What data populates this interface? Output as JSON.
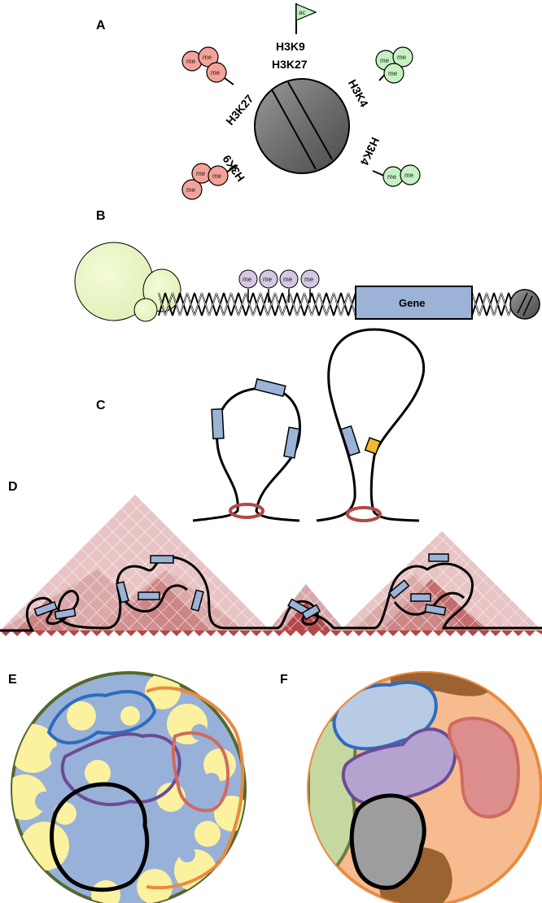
{
  "panels": {
    "a": "A",
    "b": "B",
    "c": "C",
    "d": "D",
    "e": "E",
    "f": "F"
  },
  "panel_a": {
    "ac_flag": "ac",
    "top_labels": [
      "H3K9",
      "H3K27"
    ],
    "mark_h3k27": "H3K27",
    "mark_h3k4_upper": "H3K4",
    "mark_h3k9_lower": "H3K9",
    "mark_h3k4_lower": "H3K4",
    "me": "me"
  },
  "panel_b": {
    "gene": "Gene",
    "me": "me"
  },
  "colors": {
    "repressive_me": "#f4a29a",
    "active_me": "#c6f2c3",
    "dna_me": "#d5c8e3",
    "box_blue": "#9bb3d6",
    "anchor_red": "#b34848",
    "tad_pink": "#d8a3a3",
    "tad_dark": "#a84545",
    "nucleosome_gray": "#6d6d6d",
    "ctcf_yellow": "#f2b82e",
    "cluster_yellow": "#fbf19e",
    "cluster_blue": "#98b1d8",
    "terr_green": "#c5d8a0",
    "terr_purple": "#b4a3cf",
    "terr_red": "#dc8f8c",
    "terr_peach": "#f7bb90",
    "terr_brown": "#9b6331",
    "terr_gray": "#9d9d9d",
    "terr_lightblue": "#b7cbe5"
  }
}
